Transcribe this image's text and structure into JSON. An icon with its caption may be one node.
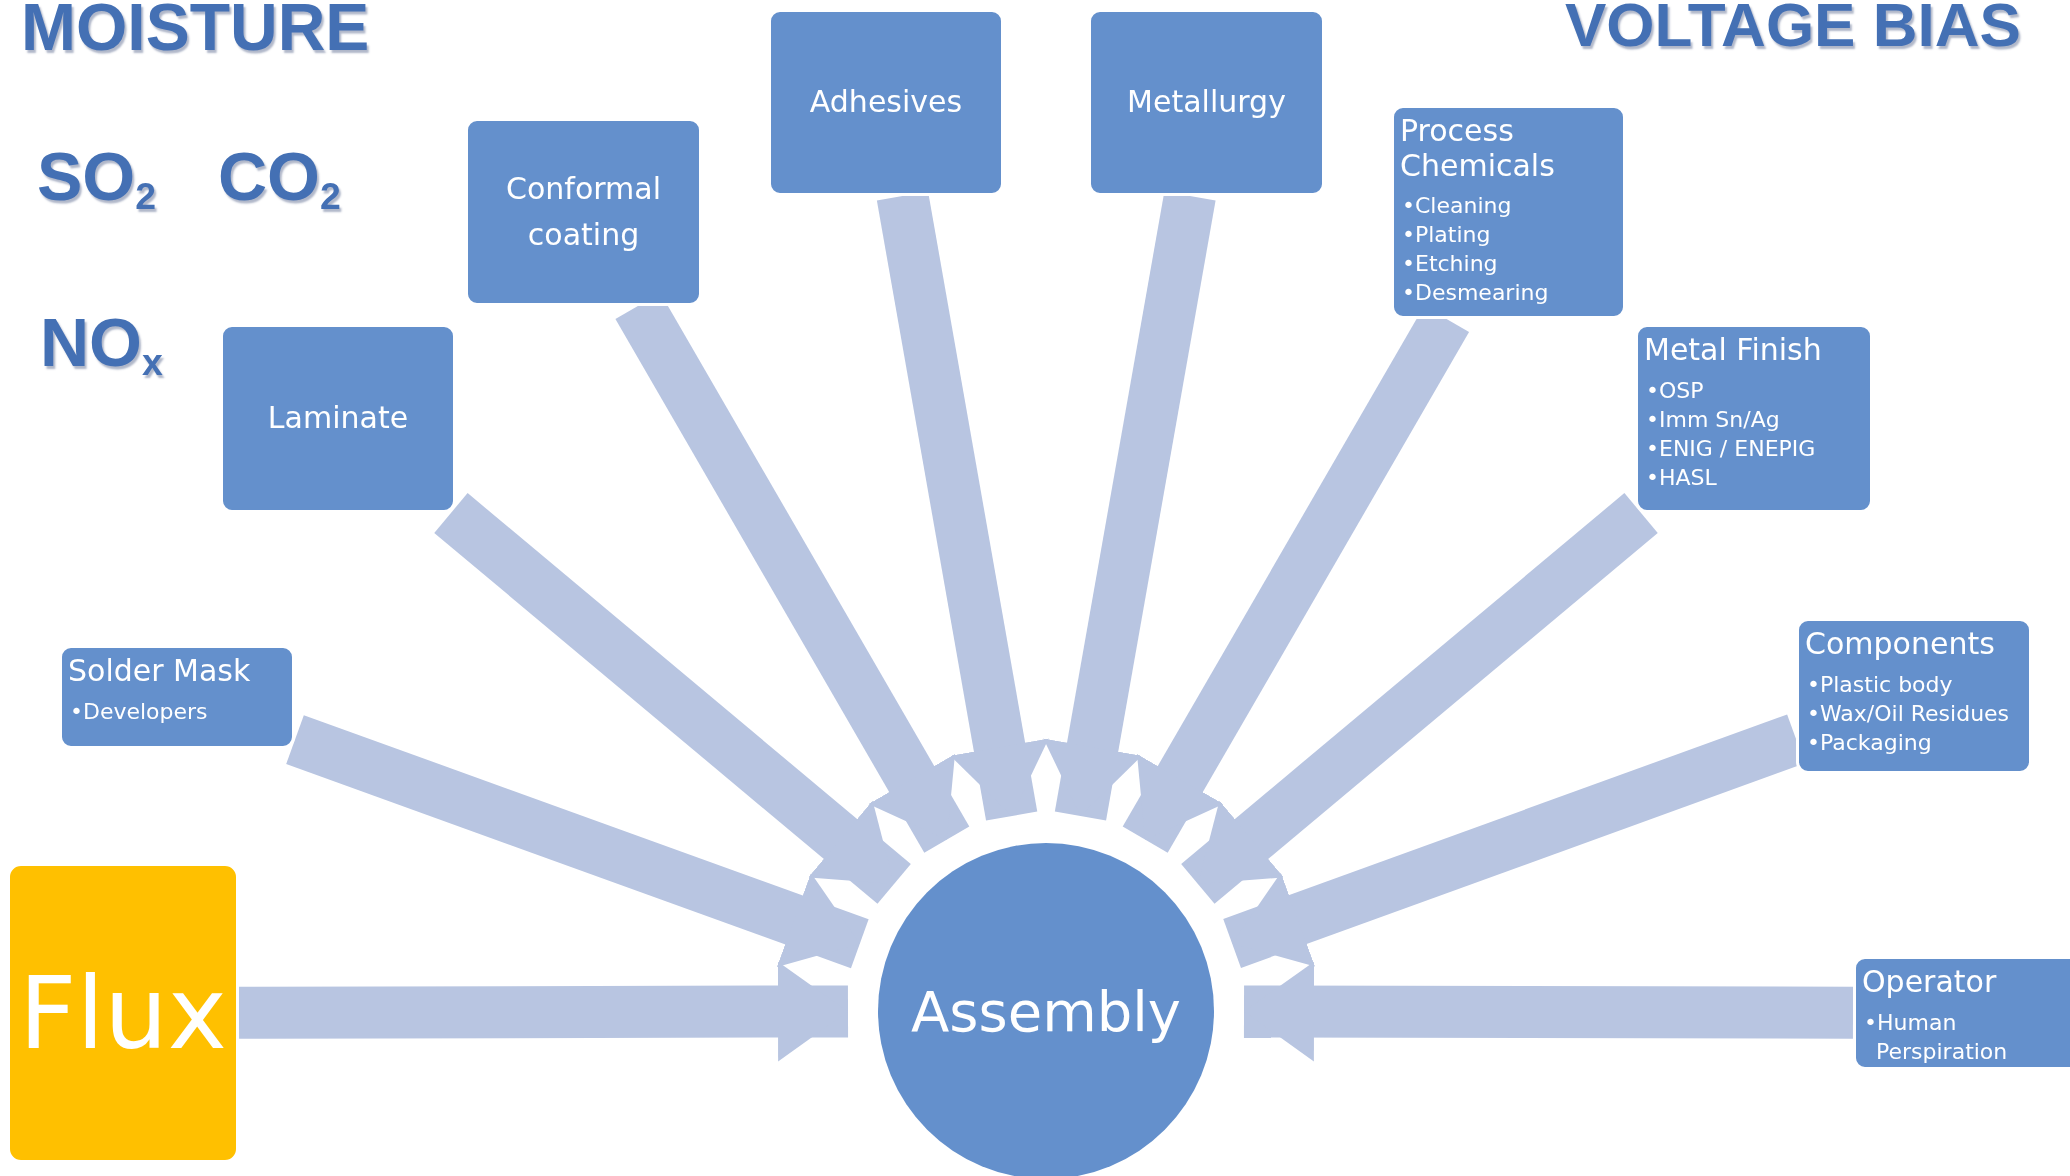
{
  "diagram": {
    "nodes": [
      {
        "text": [
          "Assembly"
        ]
      },
      {
        "text": [
          "Flux"
        ]
      },
      {
        "text": [
          "Solder Mask",
          "•Developers"
        ]
      },
      {
        "text": [
          "Laminate"
        ]
      },
      {
        "text": [
          "Conformal coating"
        ]
      },
      {
        "text": [
          "Adhesives"
        ]
      },
      {
        "text": [
          "Metallurgy"
        ]
      },
      {
        "text": [
          "Process Chemicals",
          "•Cleaning",
          "•Plating",
          "•Etching",
          "•Desmearing"
        ]
      },
      {
        "text": [
          "Metal Finish",
          "•OSP",
          "•Imm Sn/Ag",
          "•ENIG / ENEPIG",
          "•HASL"
        ]
      },
      {
        "text": [
          "Components",
          "•Plastic body",
          "•Wax/Oil Residues",
          "•Packaging"
        ]
      },
      {
        "text": [
          "Operator",
          "•Human Perspiration"
        ]
      }
    ],
    "edges": [
      {
        "from": 1,
        "to": 0,
        "arrow": "to"
      },
      {
        "from": 2,
        "to": 0,
        "arrow": "to"
      },
      {
        "from": 3,
        "to": 0,
        "arrow": "to"
      },
      {
        "from": 4,
        "to": 0,
        "arrow": "to"
      },
      {
        "from": 5,
        "to": 0,
        "arrow": "to"
      },
      {
        "from": 6,
        "to": 0,
        "arrow": "to"
      },
      {
        "from": 7,
        "to": 0,
        "arrow": "to"
      },
      {
        "from": 8,
        "to": 0,
        "arrow": "to"
      },
      {
        "from": 9,
        "to": 0,
        "arrow": "to"
      },
      {
        "from": 10,
        "to": 0,
        "arrow": "to"
      }
    ],
    "labels": [
      "MOISTURE",
      "VOLTAGE BIAS",
      "SO$_{2}$",
      "CO$_{2}$",
      "NO$_{x}$"
    ]
  }
}
